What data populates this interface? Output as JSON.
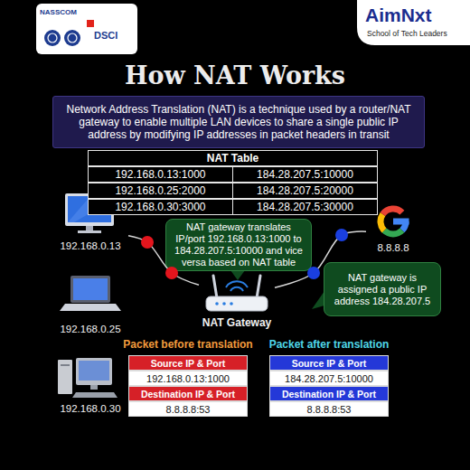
{
  "diagram": {
    "title": "How NAT Works",
    "nodes": [
      {
        "text": [
          "Network Address Translation (NAT) is a technique used by a router/NAT gateway to enable multiple LAN devices to share a single public IP address by modifying IP addresses in packet headers in transit"
        ]
      },
      {
        "text": [
          "NAT Table"
        ]
      },
      {
        "text": [
          "192.168.0.13:1000"
        ],
        "in": 1
      },
      {
        "text": [
          "184.28.207.5:10000"
        ],
        "in": 1
      },
      {
        "text": [
          "192.168.0.25:2000"
        ],
        "in": 1
      },
      {
        "text": [
          "184.28.207.5:20000"
        ],
        "in": 1
      },
      {
        "text": [
          "192.168.0.30:3000"
        ],
        "in": 1
      },
      {
        "text": [
          "184.28.207.5:30000"
        ],
        "in": 1
      },
      {
        "text": [
          "192.168.0.13"
        ]
      },
      {
        "text": [
          "NAT gateway translates IP/port 192.168.0.13:1000 to 184.28.207.5:10000 and vice versa based on NAT table"
        ]
      },
      {
        "text": [
          "8.8.8.8"
        ]
      },
      {
        "text": [
          "192.168.0.25"
        ]
      },
      {
        "text": [
          "NAT Gateway"
        ]
      },
      {
        "text": [
          "NAT gateway is assigned a public IP address 184.28.207.5"
        ]
      },
      {
        "text": [
          "192.168.0.30"
        ]
      },
      {
        "text": [
          "Packet before translation"
        ]
      },
      {
        "text": [
          "Source IP & Port"
        ],
        "in": 15
      },
      {
        "text": [
          "192.168.0.13:1000"
        ],
        "in": 15
      },
      {
        "text": [
          "Destination IP & Port"
        ],
        "in": 15
      },
      {
        "text": [
          "8.8.8.8:53"
        ],
        "in": 15
      },
      {
        "text": [
          "Packet after translation"
        ]
      },
      {
        "text": [
          "Source IP & Port"
        ],
        "in": 20
      },
      {
        "text": [
          "184.28.207.5:10000"
        ],
        "in": 20
      },
      {
        "text": [
          "Destination IP & Port"
        ],
        "in": 20
      },
      {
        "text": [
          "8.8.8.8:53"
        ],
        "in": 20
      }
    ],
    "edges": [
      {
        "from": 8,
        "to": 12,
        "arrow": "none"
      },
      {
        "from": 12,
        "to": 10,
        "arrow": "none"
      }
    ],
    "labels": [
      "NASSCOM",
      "DSCI",
      "AimNxt",
      "School of Tech Leaders"
    ]
  }
}
